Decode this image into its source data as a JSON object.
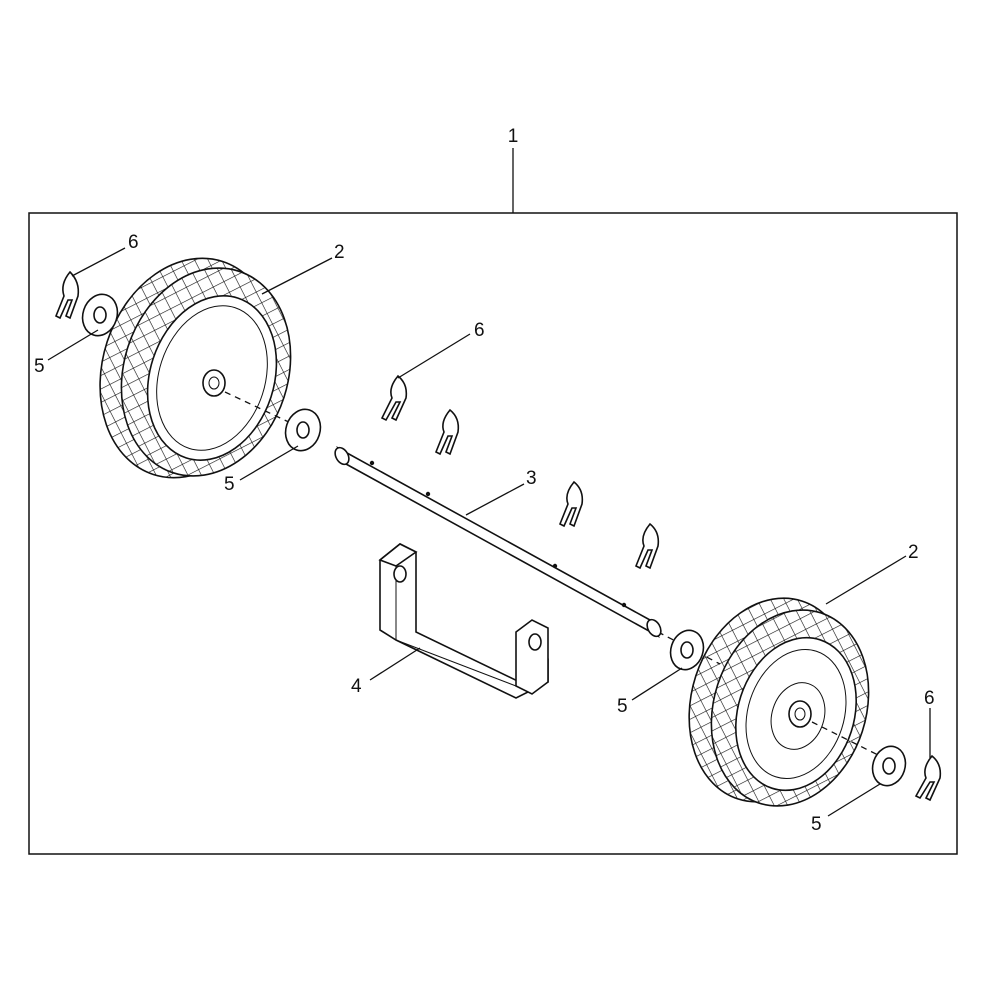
{
  "callouts": {
    "assembly": "1",
    "wheel_left": "2",
    "wheel_right": "2",
    "axle": "3",
    "bracket": "4",
    "washer_tl": "5",
    "washer_ml": "5",
    "washer_mr": "5",
    "washer_br": "5",
    "pin_tl": "6",
    "pin_center": "6",
    "pin_br": "6"
  },
  "colors": {
    "ink": "#111111",
    "paper": "#ffffff"
  }
}
